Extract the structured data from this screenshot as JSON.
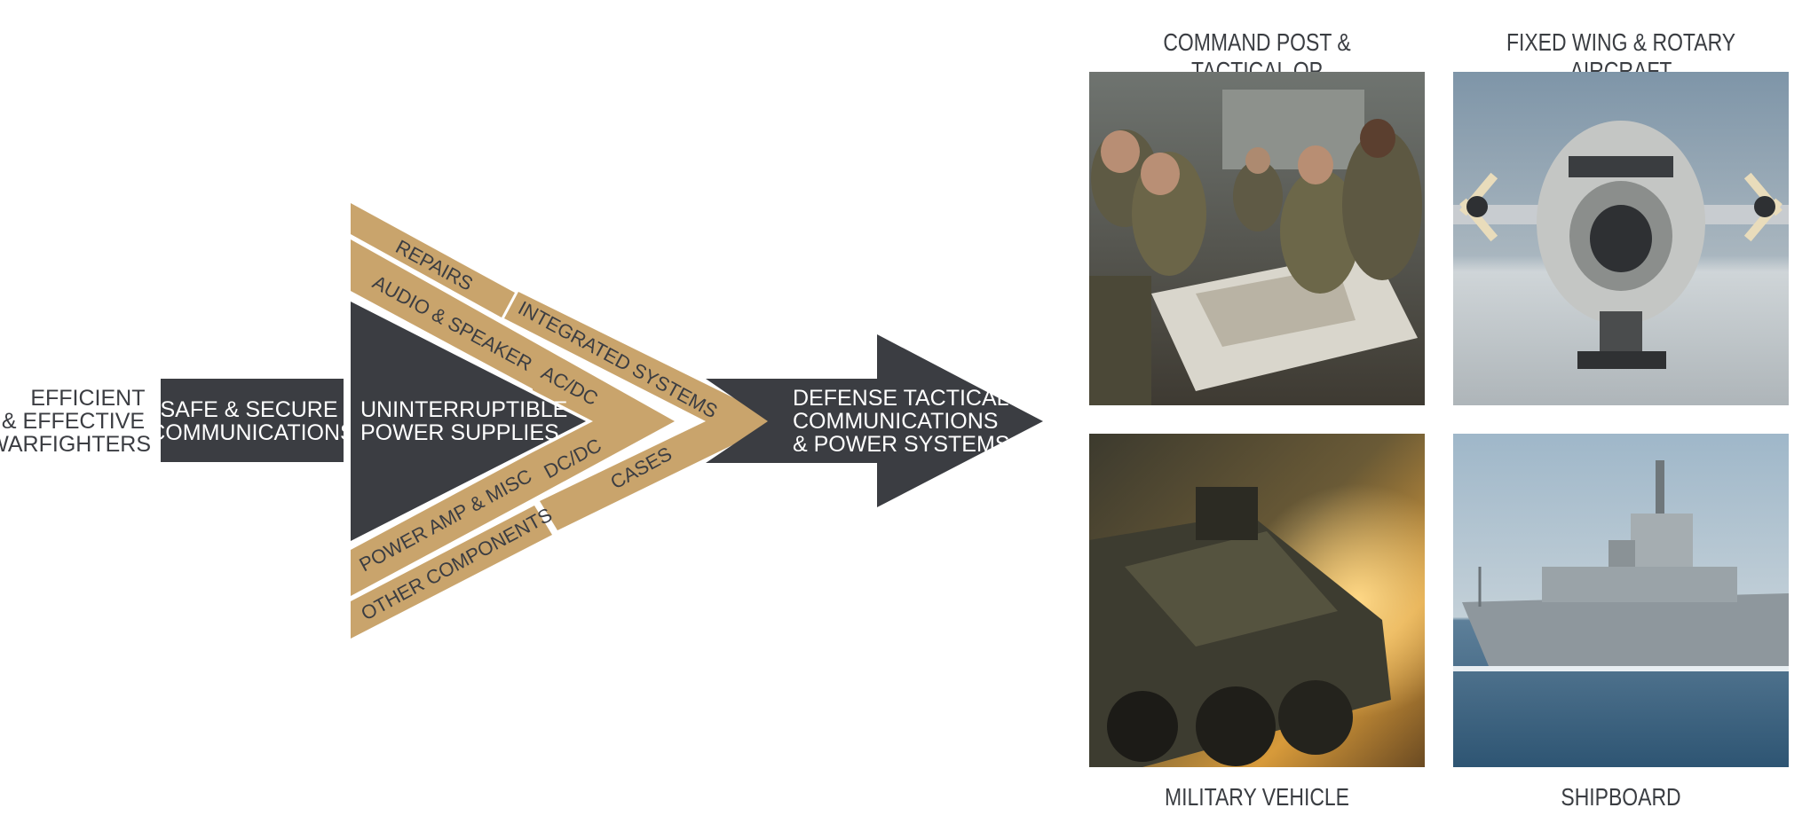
{
  "diagram": {
    "left_label_lines": [
      "EFFICIENT",
      "& EFFECTIVE",
      "WARFIGHTERS"
    ],
    "safe_box_lines": [
      "SAFE & SECURE",
      "COMMUNICATIONS"
    ],
    "ups_lines": [
      "UNINTERRUPTIBLE",
      "POWER SUPPLIES"
    ],
    "band_labels": {
      "repairs": "REPAIRS",
      "integrated": "INTEGRATED SYSTEMS",
      "audio": "AUDIO & SPEAKER",
      "acdc": "AC/DC",
      "dcdc": "DC/DC",
      "power_amp": "POWER AMP & MISC",
      "cases": "CASES",
      "other": "OTHER COMPONENTS"
    },
    "arrow_lines": [
      "DEFENSE TACTICAL",
      "COMMUNICATIONS",
      "& POWER SYSTEMS"
    ],
    "colors": {
      "dark": "#3b3d42",
      "gold": "#c9a46c",
      "text_light": "#ffffff",
      "text_dark": "#3b3d42"
    }
  },
  "photos": [
    {
      "title": "COMMAND POST & TACTICAL OP",
      "scene": "soldiers-map-table"
    },
    {
      "title": "FIXED WING & ROTARY AIRCRAFT",
      "scene": "cargo-aircraft"
    },
    {
      "title": "MILITARY VEHICLE",
      "scene": "armored-vehicle-sunset"
    },
    {
      "title": "SHIPBOARD",
      "scene": "navy-ship"
    }
  ]
}
